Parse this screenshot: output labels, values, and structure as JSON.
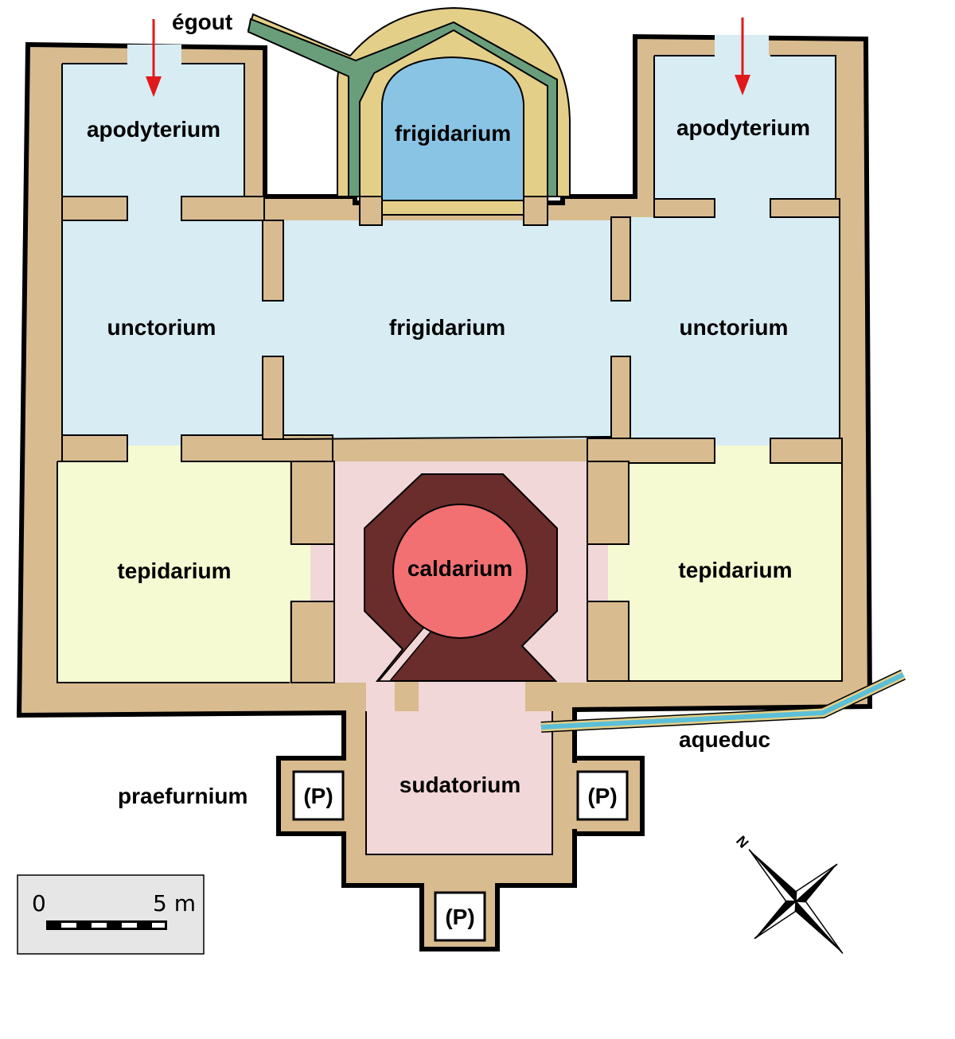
{
  "colors": {
    "wall": "#d8bb8f",
    "outline": "#000000",
    "cold_room": "#d7ecf3",
    "frigidarium_pool": "#8ac4e4",
    "tepid_room": "#f5fad2",
    "warm_room": "#f2d7d8",
    "caldarium_pool": "#f27072",
    "caldarium_surround": "#6b2c2c",
    "sewer_channel": "#6a9e7b",
    "sewer_lining": "#e3cf88",
    "aqueduct_channel": "#5bbfd8",
    "entrance_arrow": "#e01a1a",
    "scale_bar_panel": "#e6e6e6"
  },
  "rooms": {
    "apodyterium_left": "apodyterium",
    "apodyterium_right": "apodyterium",
    "frigidarium_pool": "frigidarium",
    "frigidarium_hall": "frigidarium",
    "unctorium_left": "unctorium",
    "unctorium_right": "unctorium",
    "tepidarium_left": "tepidarium",
    "tepidarium_right": "tepidarium",
    "caldarium": "caldarium",
    "sudatorium": "sudatorium"
  },
  "features": {
    "egout": "égout",
    "aqueduc": "aqueduc",
    "praefurnium": "praefurnium",
    "furnace_mark": "(P)"
  },
  "scale_bar": {
    "start_label": "0",
    "end_label": "5 m"
  },
  "compass": {
    "north_label": "N",
    "icon": "compass-rose-icon"
  },
  "entrances": {
    "icon": "entrance-arrow-icon",
    "count": 2
  }
}
